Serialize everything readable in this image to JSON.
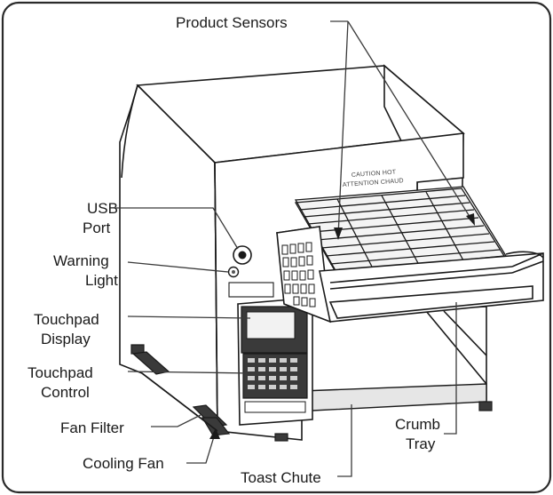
{
  "labels": {
    "product_sensors": "Product Sensors",
    "usb_port_line1": "USB",
    "usb_port_line2": "Port",
    "warning_light_line1": "Warning",
    "warning_light_line2": "Light",
    "touchpad_display_line1": "Touchpad",
    "touchpad_display_line2": "Display",
    "touchpad_control_line1": "Touchpad",
    "touchpad_control_line2": "Control",
    "fan_filter": "Fan Filter",
    "cooling_fan": "Cooling Fan",
    "toast_chute": "Toast Chute",
    "crumb_tray_line1": "Crumb",
    "crumb_tray_line2": "Tray"
  },
  "caution_text": {
    "line1": "CAUTION HOT",
    "line2": "ATTENTION CHAUD"
  }
}
